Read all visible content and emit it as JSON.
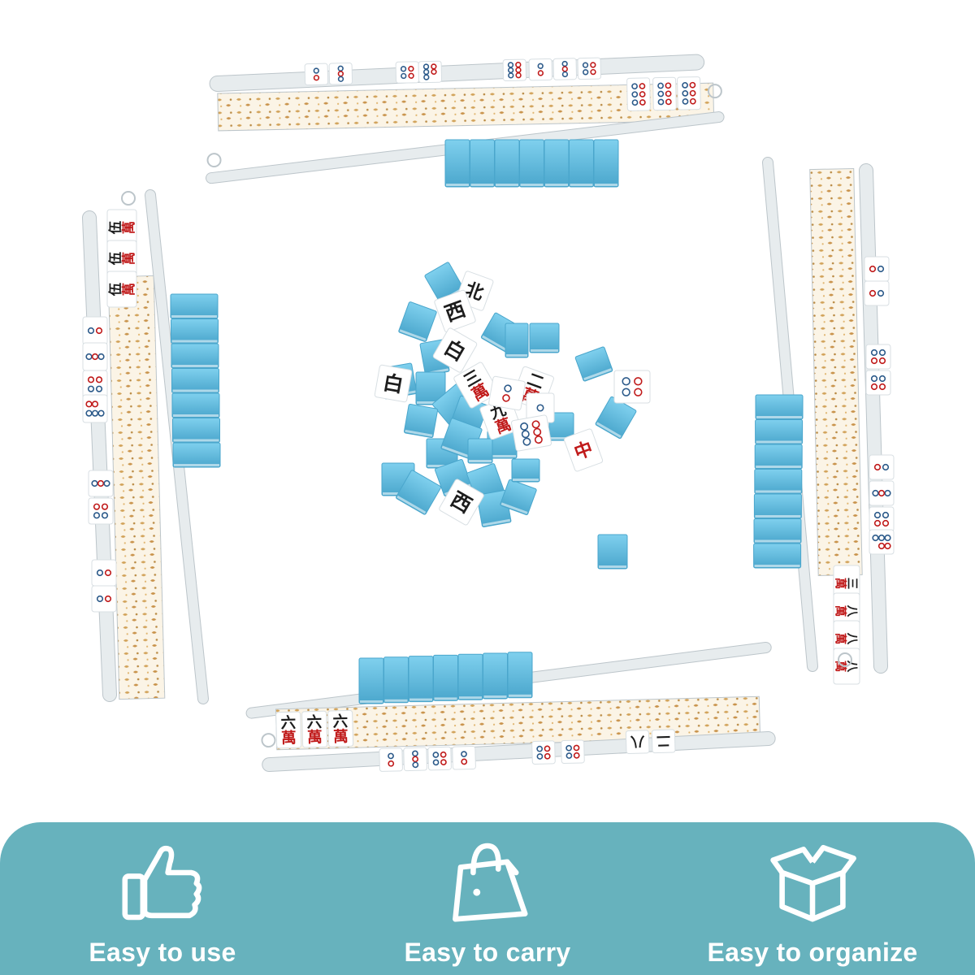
{
  "colors": {
    "tile_back": "#6cc4e6",
    "tile_back_shade": "#4aa6cc",
    "tile_face": "#ffffff",
    "tile_border": "#d8dfe3",
    "rack": "#e7ecee",
    "rack_edge": "#bcc5ca",
    "pattern_bg": "#fbf4e6",
    "pattern_dot": "#d2a35a",
    "char_red": "#c01a1a",
    "char_black": "#1d1d1d",
    "panel": "#67b2bd"
  },
  "tiles": {
    "center": [
      {
        "kind": "char",
        "char": "北"
      },
      {
        "kind": "char",
        "char": "西"
      },
      {
        "kind": "char",
        "char": "白"
      },
      {
        "kind": "char",
        "char": "白"
      },
      {
        "kind": "char",
        "char": "三萬"
      },
      {
        "kind": "char",
        "char": "二萬"
      },
      {
        "kind": "char",
        "char": "九萬"
      },
      {
        "kind": "char",
        "char": "西"
      },
      {
        "kind": "char",
        "char": "中"
      }
    ],
    "left_rack_chars": [
      "伍萬",
      "伍萬",
      "伍萬"
    ],
    "right_rack_chars": [
      "三萬",
      "八萬",
      "八萬",
      "八萬"
    ],
    "bottom_rack_chars": [
      "六萬",
      "六萬",
      "六萬"
    ],
    "bottom_rack_small": [
      "八",
      "二"
    ]
  },
  "icons": [
    "thumbs-up-icon",
    "shopping-bag-icon",
    "open-box-icon"
  ],
  "features": [
    {
      "label": "Easy to use"
    },
    {
      "label": "Easy to carry"
    },
    {
      "label": "Easy to organize"
    }
  ]
}
